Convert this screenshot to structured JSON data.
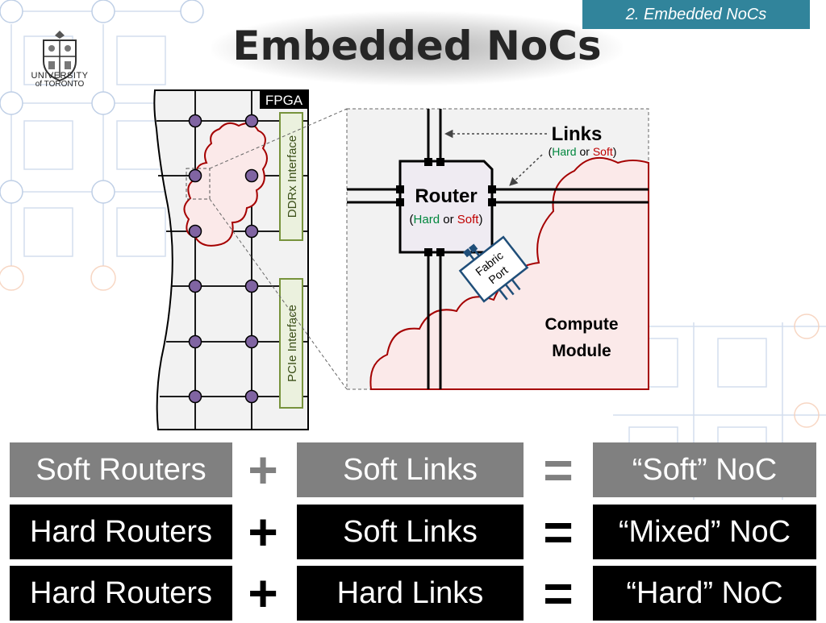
{
  "section_tag": "2. Embedded NoCs",
  "title": "Embedded NoCs",
  "logo": {
    "line1": "UNIVERSITY",
    "line2": "of TORONTO"
  },
  "diagram": {
    "fpga_label": "FPGA",
    "ddr_label": "DDRx Interface",
    "pcie_label": "PCIe Interface",
    "router_label": "Router",
    "links_label": "Links",
    "paren_open": "(",
    "paren_close": ")",
    "hard": "Hard",
    "or": "or",
    "soft": "Soft",
    "fabric_port": [
      "Fabric",
      "Port"
    ],
    "compute_module": [
      "Compute",
      "Module"
    ],
    "colors": {
      "hard": "#00863d",
      "soft": "#c00000",
      "cloud": "#a50000",
      "port": "#1f4e79",
      "router_fill": "#efebf2",
      "node": "#8064a2"
    }
  },
  "equations": [
    {
      "style": "soft",
      "routers": "Soft Routers",
      "plus": "+",
      "links": "Soft Links",
      "equals": "=",
      "result": "“Soft” NoC"
    },
    {
      "style": "hard",
      "routers": "Hard Routers",
      "plus": "+",
      "links": "Soft Links",
      "equals": "=",
      "result": "“Mixed” NoC"
    },
    {
      "style": "hard",
      "routers": "Hard Routers",
      "plus": "+",
      "links": "Hard Links",
      "equals": "=",
      "result": "“Hard” NoC"
    }
  ]
}
